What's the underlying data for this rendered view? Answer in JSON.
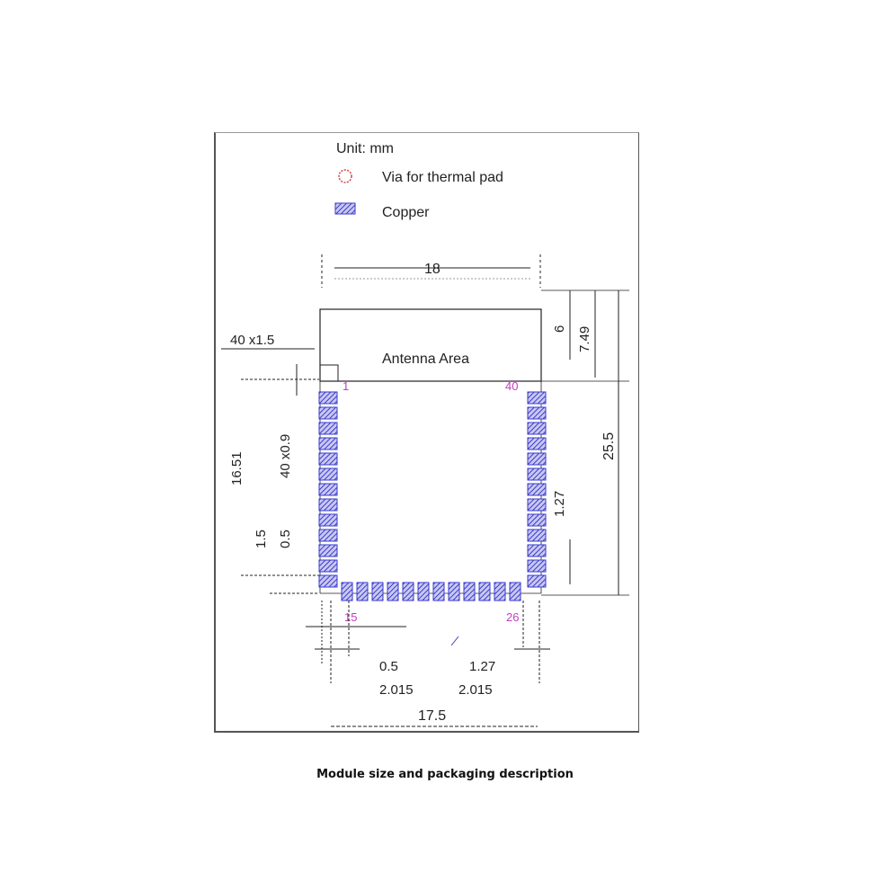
{
  "legend": {
    "unit": "Unit: mm",
    "via_label": "Via for thermal pad",
    "copper_label": "Copper"
  },
  "colors": {
    "copper": "#3a3ad0",
    "via": "#d04040",
    "pin_label": "#c040c0",
    "line": "#222222"
  },
  "module": {
    "antenna_label": "Antenna Area",
    "pin_first": "1",
    "pin_last": "40",
    "pin_bottom_left": "15",
    "pin_bottom_right": "26"
  },
  "dimensions": {
    "width_top": "18",
    "antenna_height": "6",
    "antenna_to_pad": "7.49",
    "total_height": "25.5",
    "pad_size": "40 x1.5",
    "pad_width": "40 x0.9",
    "left_span": "16.51",
    "left_offset_a": "1.5",
    "left_offset_b": "0.5",
    "right_pitch": "1.27",
    "bottom_left_a": "0.5",
    "bottom_left_b": "2.015",
    "bottom_right_a": "1.27",
    "bottom_right_b": "2.015",
    "width_bottom": "17.5"
  },
  "caption": "Module size and packaging description"
}
